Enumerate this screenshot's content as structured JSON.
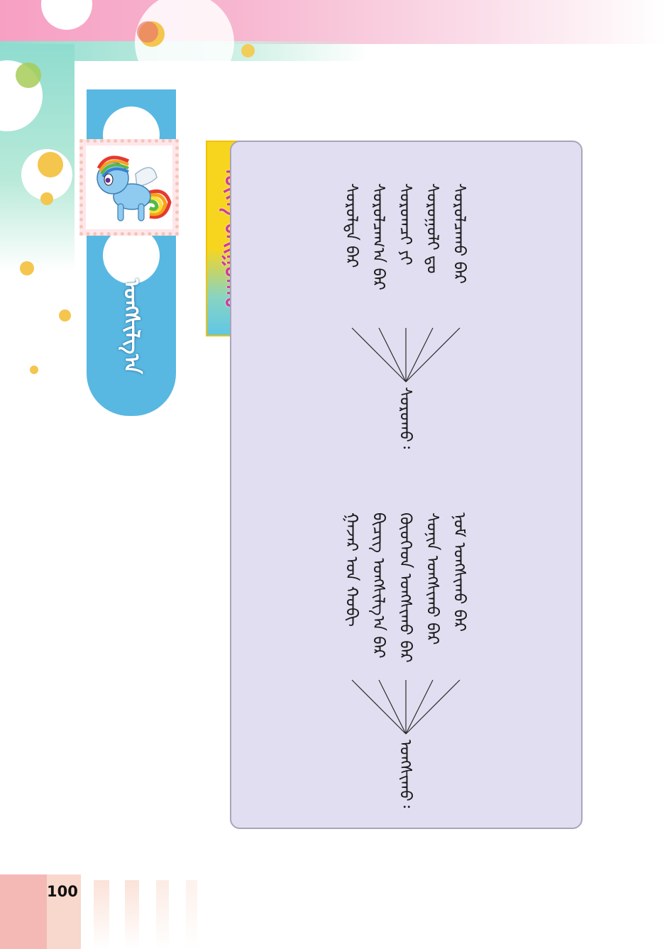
{
  "chapter": {
    "banner_title": "ᠤᠩᠰᠢᠯᠭ᠎ᠠ",
    "section_label": "ᠦᠭᠡ ᠪᠠᠢᠭᠤᠯᠬᠤ"
  },
  "tree_one": {
    "root_word": "ᠰᠤᠷᠤᠬᠤ᠄",
    "branches": [
      "ᠰᠤᠷᠤᠯᠴᠠᠬᠤ ᠪᠠᠷ",
      "ᠰᠤᠷᠤᠭᠤᠯᠢ ᠳᠤ",
      "ᠰᠤᠷᠤᠭᠴᠢ ᠶᠢ",
      "ᠰᠤᠷᠤᠯᠴᠠᠭ᠎ᠠ ᠪᠠᠷ",
      "ᠰᠤᠷᠤᠯᠲᠠ ᠪᠠᠷ"
    ]
  },
  "tree_two": {
    "root_word": "ᠤᠩᠰᠢᠬᠤ᠄",
    "branches": [
      "ᠨᠣᠮ ᠤᠩᠰᠢᠬᠤ ᠪᠠᠷ",
      "ᠰᠣᠨᠢᠨ ᠤᠩᠰᠢᠬᠤ ᠪᠠᠷ",
      "ᠬᠦᠦᠬᠡᠳ ᠤᠩᠰᠢᠬᠤ ᠪᠠᠷ",
      "ᠪᠢᠴᠢᠭ ᠤᠩᠰᠢᠯᠭ᠎ᠠ ᠪᠠᠷ",
      "ᠭᠠᠵᠠᠷ ᠤᠨ ᠬᠤᠪᠢ"
    ]
  },
  "page_number": "100",
  "colors": {
    "banner": "#58b8e2",
    "panel": "#e2def1",
    "label_yellow": "#f7d51f",
    "label_text": "#d03a9e"
  }
}
